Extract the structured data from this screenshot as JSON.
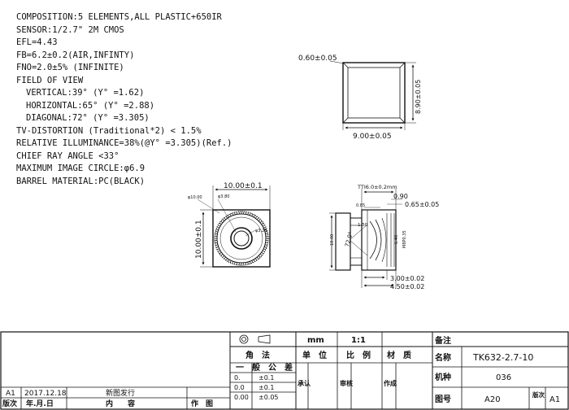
{
  "specs": [
    "COMPOSITION:5 ELEMENTS,ALL PLASTIC+650IR",
    "SENSOR:1/2.7\" 2M CMOS",
    "EFL=4.43",
    "FB=6.2±0.2(AIR,INFINTY)",
    "FNO=2.0±5% (INFINITE)",
    "FIELD OF VIEW",
    "VERTICAL:39° (Y° =1.62)",
    "HORIZONTAL:65° (Y° =2.88)",
    "DIAGONAL:72° (Y° =3.305)",
    "TV-DISTORTION (Traditional*2) < 1.5%",
    "RELATIVE ILLUMINANCE=38%(@Y° =3.305)(Ref.)",
    "CHIEF RAY ANGLE <33°",
    "MAXIMUM IMAGE CIRCLE:φ6.9",
    "BARREL MATERIAL:PC(BLACK)"
  ],
  "top_view": {
    "corner": "0.60±0.05",
    "width": "9.00±0.05",
    "height": "8.90±0.05"
  },
  "front_view": {
    "width": "10.00±0.1",
    "height": "10.00±0.1",
    "outer_dia": "φ10.00",
    "inner_dia": "φ3.80",
    "bore_dia": "φ3.25"
  },
  "side_view": {
    "thread": "TTI6.0±0.2mm",
    "d090": "0.90",
    "d085": "0.85",
    "d065": "0.65±0.05",
    "angle": "72.0°",
    "d150": "1.50",
    "length": "10.00",
    "d640": "6.40",
    "thread_spec": "M8P0.35",
    "d300": "3.00±0.02",
    "d450": "4.50±0.02"
  },
  "title_block": {
    "unit_label": "mm",
    "scale": "1:1",
    "header": [
      "角　法",
      "单　位",
      "比　例",
      "材　质"
    ],
    "tolerance_title": "一　般　公　差",
    "tolerances": [
      {
        "v": "0.",
        "t": "±0.1"
      },
      {
        "v": "0.0",
        "t": "±0.1"
      },
      {
        "v": "0.00",
        "t": "±0.05"
      }
    ],
    "approvals": [
      "承认",
      "审核",
      "作成"
    ],
    "remark_label": "备注",
    "name_label": "名称",
    "name_value": "TK632-2.7-10",
    "model_label": "机种",
    "model_value": "036",
    "drawing_no_label": "图号",
    "drawing_no_value": "A20",
    "version_label": "版次",
    "version_value": "A1",
    "rev_row": {
      "ver": "A1",
      "date": "2017.12.18",
      "content": "新图发行"
    },
    "rev_header": {
      "ver": "版次",
      "date": "年.月.日",
      "content": "内　　容",
      "author": "作　图"
    }
  }
}
